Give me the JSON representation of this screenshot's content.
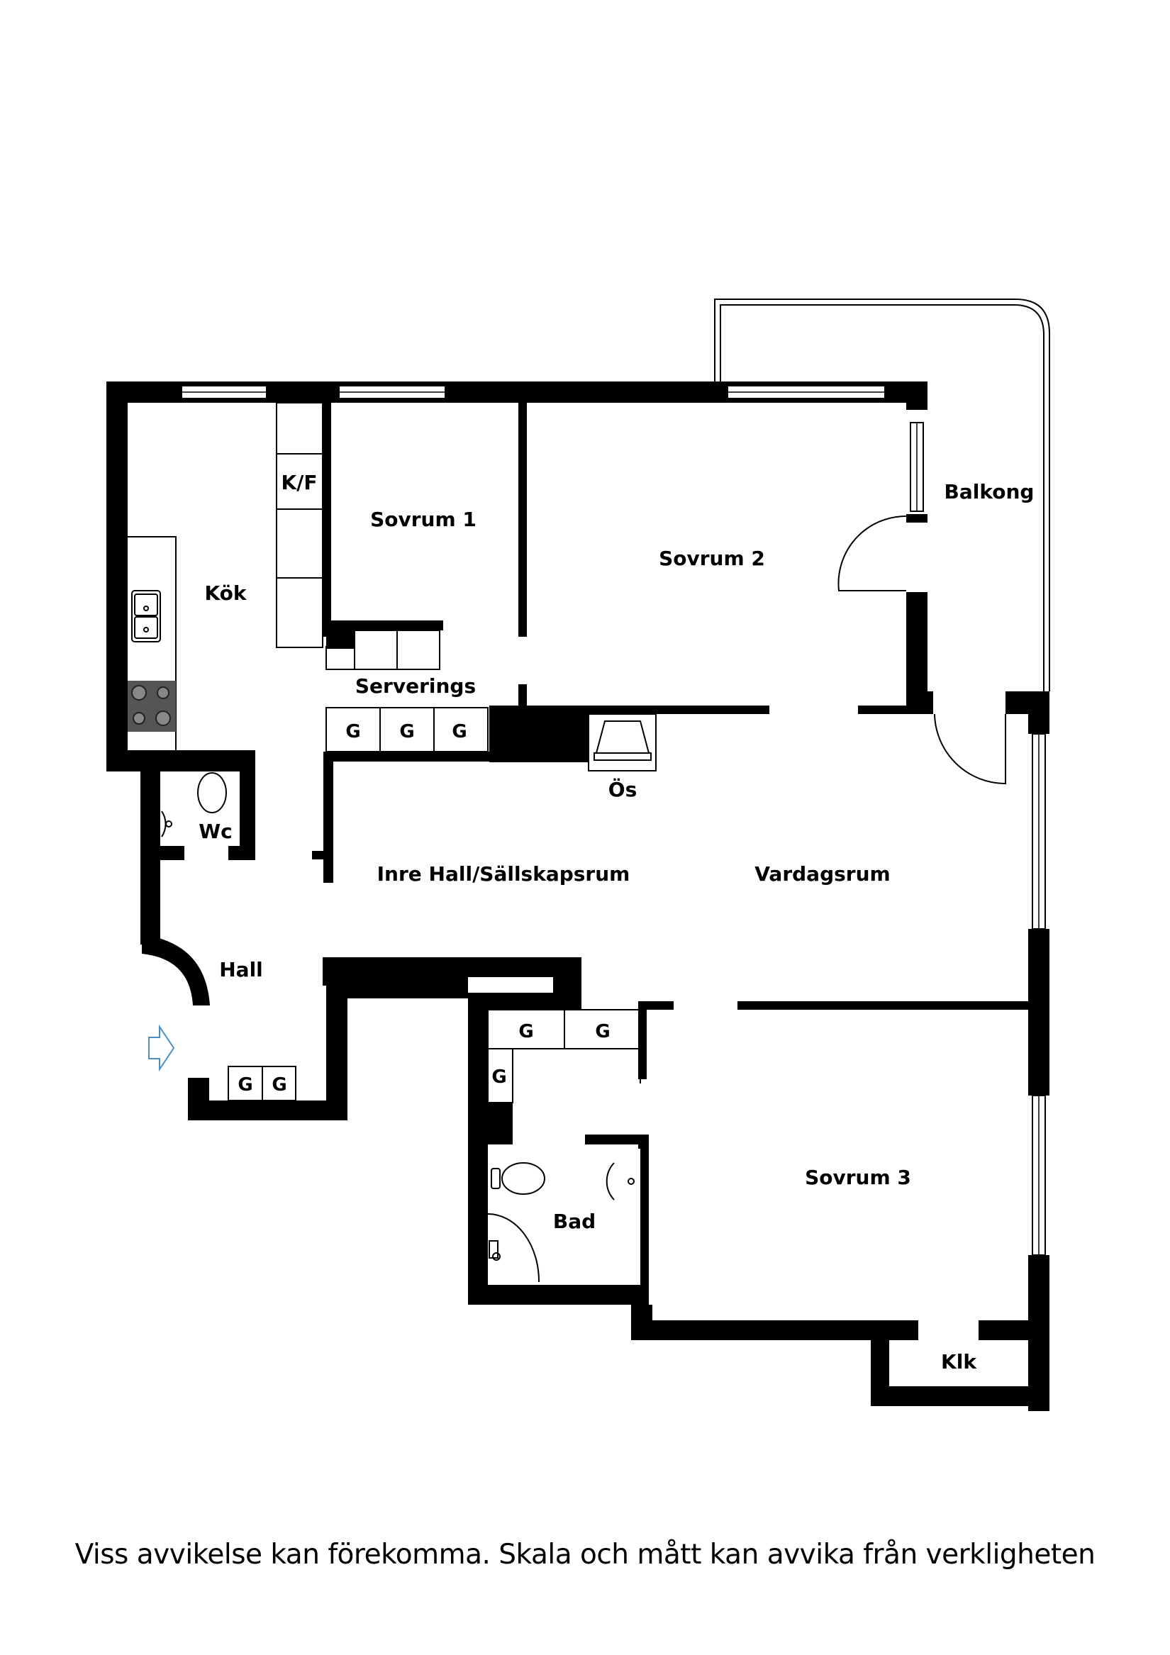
{
  "rooms": {
    "kok": "Kök",
    "kf": "K/F",
    "sovrum1": "Sovrum 1",
    "sovrum2": "Sovrum 2",
    "balkong": "Balkong",
    "serverings": "Serverings",
    "os": "Ös",
    "wc": "Wc",
    "inre_hall": "Inre Hall/Sällskapsrum",
    "vardagsrum": "Vardagsrum",
    "hall": "Hall",
    "bad": "Bad",
    "sovrum3": "Sovrum 3",
    "klk": "Klk"
  },
  "closet_label": "G",
  "disclaimer": "Viss avvikelse kan förekomma. Skala och mått kan avvika från verkligheten",
  "colors": {
    "wall": "#000000",
    "background": "#ffffff",
    "stove": "#555555",
    "entry_arrow": "#4a90c8"
  },
  "icons": {
    "entry": "arrow-right-icon",
    "stove": "stove-icon",
    "sink": "sink-icon",
    "toilet": "toilet-icon",
    "fireplace": "fireplace-icon"
  }
}
